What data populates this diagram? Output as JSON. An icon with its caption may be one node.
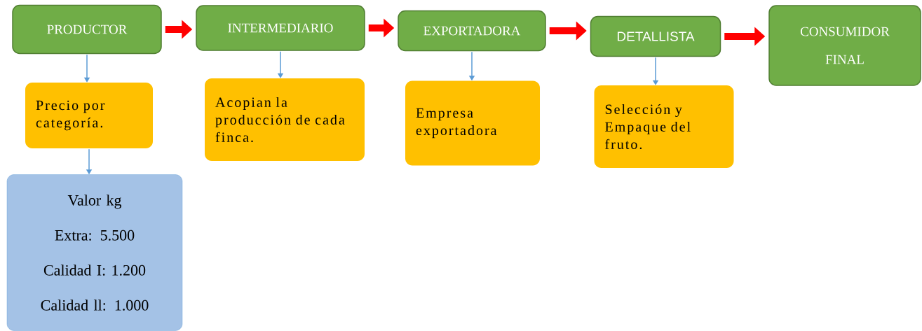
{
  "diagram": {
    "nodes": [
      {
        "text": [
          "PRODUCTOR"
        ]
      },
      {
        "text": [
          "INTERMEDIARIO"
        ]
      },
      {
        "text": [
          "EXPORTADORA"
        ]
      },
      {
        "text": [
          "DETALLISTA"
        ]
      },
      {
        "text": [
          "CONSUMIDOR FINAL"
        ]
      },
      {
        "text": [
          "Precio por categoría."
        ]
      },
      {
        "text": [
          "Acopian la producción de cada finca."
        ]
      },
      {
        "text": [
          "Empresa exportadora"
        ]
      },
      {
        "text": [
          "Selección y Empaque del fruto."
        ]
      },
      {
        "text": [
          "Valor kg",
          "Extra: 5.500",
          "Calidad I: 1.200",
          "Calidad ll: 1.000"
        ]
      }
    ],
    "edges": [
      {
        "from": 0,
        "to": 1,
        "arrow": "to",
        "style": "thick",
        "color": "#ff0000"
      },
      {
        "from": 1,
        "to": 2,
        "arrow": "to",
        "style": "thick",
        "color": "#ff0000"
      },
      {
        "from": 2,
        "to": 3,
        "arrow": "to",
        "style": "thick",
        "color": "#ff0000"
      },
      {
        "from": 3,
        "to": 4,
        "arrow": "to",
        "style": "thick",
        "color": "#ff0000"
      },
      {
        "from": 0,
        "to": 5,
        "arrow": "to"
      },
      {
        "from": 1,
        "to": 6,
        "arrow": "to"
      },
      {
        "from": 2,
        "to": 7,
        "arrow": "to"
      },
      {
        "from": 3,
        "to": 8,
        "arrow": "to"
      },
      {
        "from": 5,
        "to": 9,
        "arrow": "to"
      }
    ]
  }
}
